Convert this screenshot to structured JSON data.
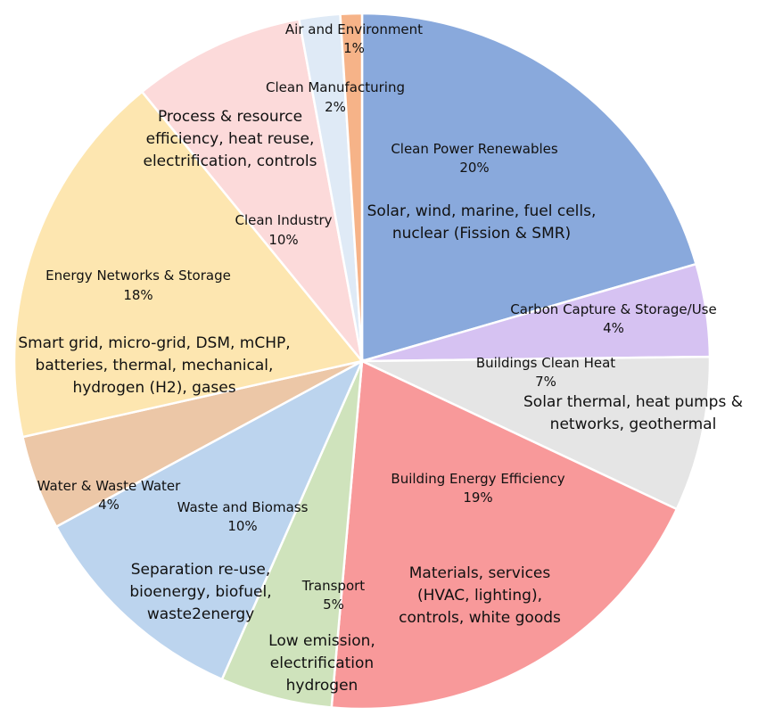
{
  "chart_data": {
    "type": "pie",
    "start_angle_deg": 0,
    "direction": "clockwise",
    "slices": [
      {
        "name": "Clean Power Renewables",
        "pct_label": "20%",
        "value": 20.5,
        "color": "#89a9dc",
        "highlight": "#a9c1e8",
        "desc": [
          "Solar, wind, marine, fuel cells,",
          "nuclear (Fission & SMR)"
        ]
      },
      {
        "name": "Carbon Capture & Storage/Use",
        "pct_label": "4%",
        "value": 4.3,
        "color": "#d6c2f2",
        "highlight": "#e6d8f8",
        "desc": []
      },
      {
        "name": "Buildings Clean Heat",
        "pct_label": "7%",
        "value": 7.2,
        "color": "#e5e5e5",
        "highlight": "#f0f0f0",
        "desc": [
          "Solar thermal, heat pumps &",
          "networks, geothermal"
        ]
      },
      {
        "name": "Building Energy Efficiency",
        "pct_label": "19%",
        "value": 19.4,
        "color": "#f8999a",
        "highlight": "#fbb4b4",
        "desc": [
          "Materials, services",
          "(HVAC, lighting),",
          "controls, white goods"
        ]
      },
      {
        "name": "Transport",
        "pct_label": "5%",
        "value": 5.2,
        "color": "#cfe3bc",
        "highlight": "#deeccf",
        "desc": [
          "Low emission,",
          "electrification",
          "hydrogen"
        ]
      },
      {
        "name": "Waste and Biomass",
        "pct_label": "10%",
        "value": 10.5,
        "color": "#bcd4ee",
        "highlight": "#cfe0f3",
        "desc": [
          "Separation re-use,",
          "bioenergy, biofuel,",
          "waste2energy"
        ]
      },
      {
        "name": "Water & Waste Water",
        "pct_label": "4%",
        "value": 4.4,
        "color": "#ecc7a7",
        "highlight": "#f2d6bd",
        "desc": []
      },
      {
        "name": "Energy Networks & Storage",
        "pct_label": "18%",
        "value": 17.6,
        "color": "#fde6b0",
        "highlight": "#fdeec8",
        "desc": [
          "Smart grid, micro-grid, DSM, mCHP,",
          "batteries, thermal, mechanical,",
          "hydrogen (H2), gases"
        ]
      },
      {
        "name": "Clean Industry",
        "pct_label": "10%",
        "value": 8.0,
        "color": "#fcdada",
        "highlight": "#fde6e6",
        "desc": [
          "Process & resource",
          "efficiency, heat reuse,",
          "electrification, controls"
        ]
      },
      {
        "name": "Clean Manufacturing",
        "pct_label": "2%",
        "value": 1.9,
        "color": "#dfeaf6",
        "highlight": "#ebf2fa",
        "desc": []
      },
      {
        "name": "Air and Environment",
        "pct_label": "1%",
        "value": 1.0,
        "color": "#f6b388",
        "highlight": "#f9c8a6",
        "desc": []
      }
    ]
  }
}
